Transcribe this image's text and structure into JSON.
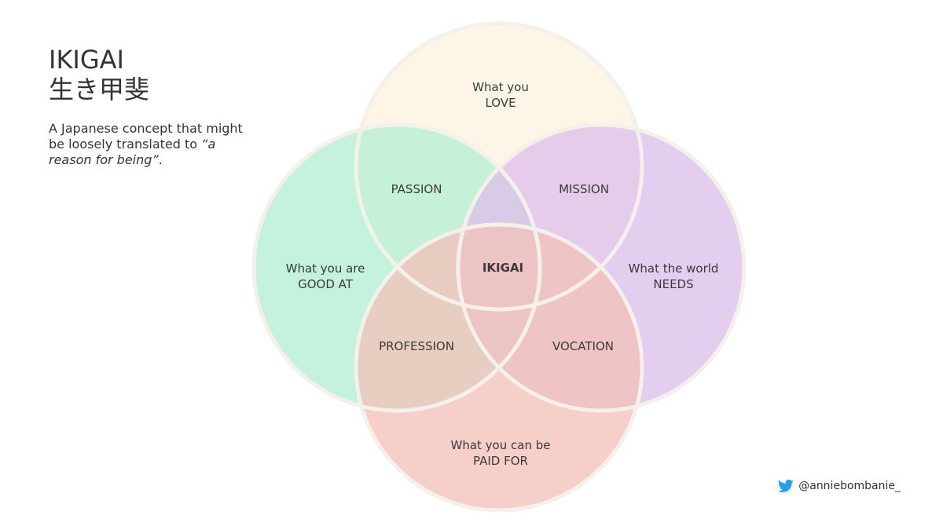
{
  "header": {
    "title": "IKIGAI",
    "title_jp": "生き甲斐",
    "description_prefix": "A Japanese concept that might be loosely translated to ",
    "description_quote": "“a reason for being”",
    "description_suffix": "."
  },
  "diagram": {
    "circles": [
      {
        "id": "love",
        "line1": "What you",
        "line2": "LOVE",
        "color": "#fdf3df"
      },
      {
        "id": "good",
        "line1": "What you are",
        "line2": "GOOD AT",
        "color": "#b3efd3"
      },
      {
        "id": "needs",
        "line1": "What the world",
        "line2": "NEEDS",
        "color": "#dcc0ea"
      },
      {
        "id": "paid",
        "line1": "What you can be",
        "line2": "PAID FOR",
        "color": "#f2c1b8"
      }
    ],
    "intersections": {
      "passion": "PASSION",
      "mission": "MISSION",
      "profession": "PROFESSION",
      "vocation": "VOCATION",
      "center": "IKIGAI"
    },
    "outline_color": "#f4f1ea"
  },
  "credit": {
    "icon": "twitter-bird-icon",
    "handle": "@anniebombanie_",
    "icon_color": "#1da1f2"
  }
}
